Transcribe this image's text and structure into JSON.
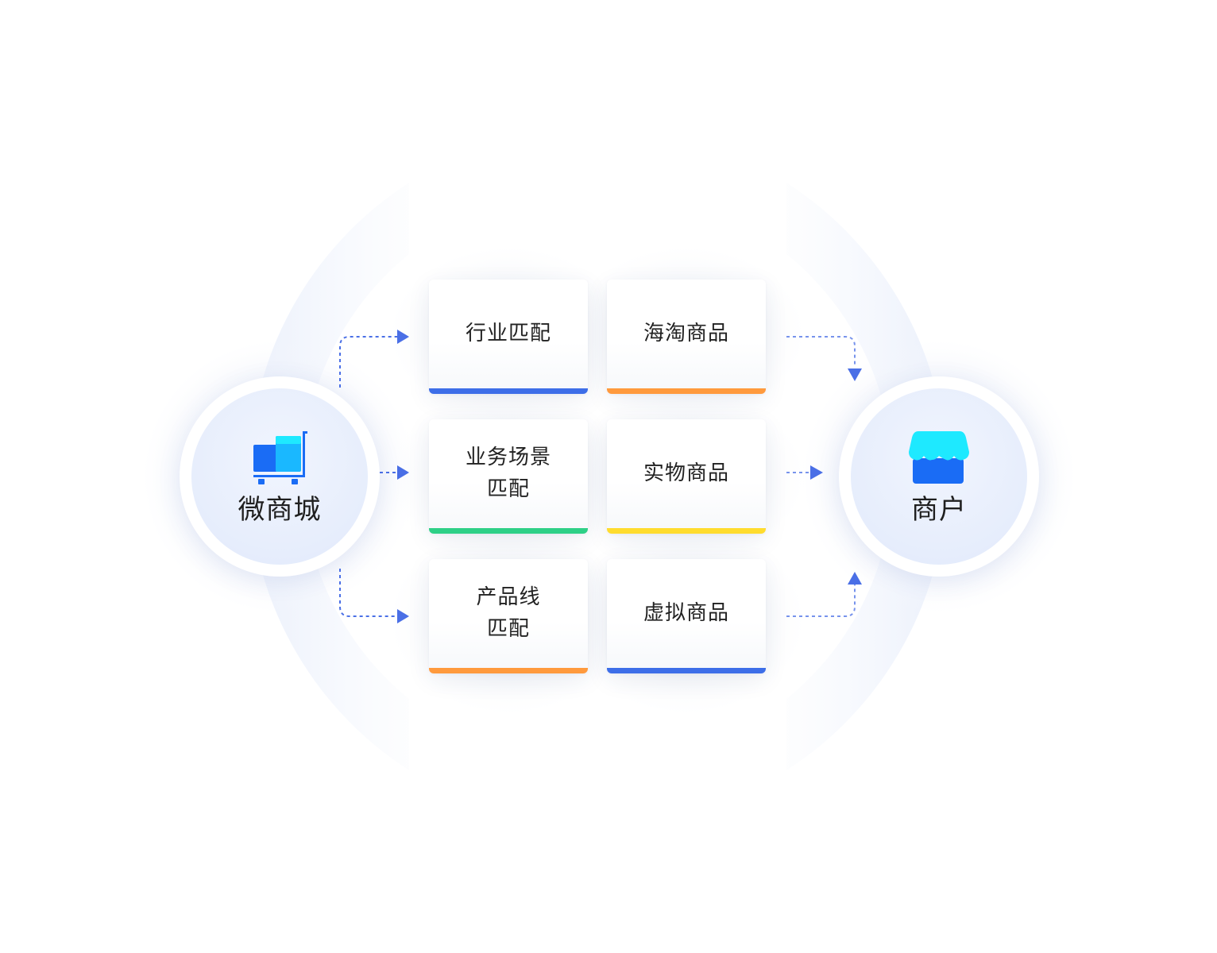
{
  "source": {
    "label": "微商城",
    "icon": "cart-icon"
  },
  "target": {
    "label": "商户",
    "icon": "store-icon"
  },
  "cards": [
    {
      "label": "行业匹配",
      "accent": "#3d6ee8"
    },
    {
      "label": "海淘商品",
      "accent": "#ff9a3d"
    },
    {
      "label": "业务场景\n匹配",
      "accent": "#2ed087"
    },
    {
      "label": "实物商品",
      "accent": "#ffdc2e"
    },
    {
      "label": "产品线\n匹配",
      "accent": "#ff9a3d"
    },
    {
      "label": "虚拟商品",
      "accent": "#3d6ee8"
    }
  ],
  "colors": {
    "arrow": "#4a6fe6",
    "hub_core": "#e6edfc",
    "icon_dark": "#1a6cf5",
    "icon_light": "#1ee9ff"
  }
}
